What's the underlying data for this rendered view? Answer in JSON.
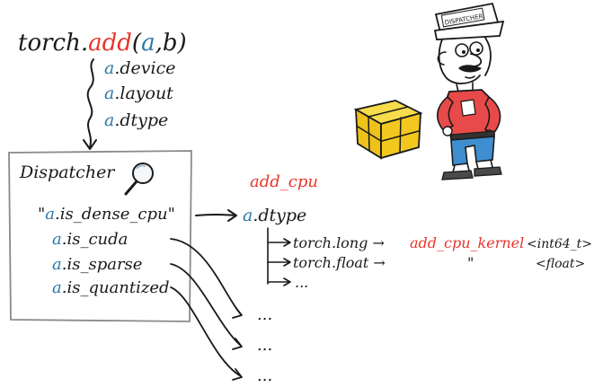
{
  "top_call": {
    "prefix": "torch.",
    "func": "add",
    "open_paren": "(",
    "arg_a": "a",
    "rest": ",b)"
  },
  "attributes": [
    {
      "obj": "a",
      "attr": ".device"
    },
    {
      "obj": "a",
      "attr": ".layout"
    },
    {
      "obj": "a",
      "attr": ".dtype"
    }
  ],
  "dispatcher": {
    "title": "Dispatcher",
    "keys": [
      {
        "prefix": "\"",
        "obj": "a",
        "attr": ".is_dense_cpu\""
      },
      {
        "prefix": "",
        "obj": "a",
        "attr": ".is_cuda"
      },
      {
        "prefix": "",
        "obj": "a",
        "attr": ".is_sparse"
      },
      {
        "prefix": "",
        "obj": "a",
        "attr": ".is_quantized"
      }
    ]
  },
  "add_cpu": {
    "title": "add_cpu",
    "dtype_obj": "a",
    "dtype_attr": ".dtype",
    "branches": [
      {
        "label": "torch.long →",
        "kernel": "add_cpu_kernel",
        "template": "<int64_t>"
      },
      {
        "label": "torch.float →",
        "kernel": "\"",
        "template": "<float>"
      },
      {
        "label": "...",
        "kernel": "",
        "template": ""
      }
    ]
  },
  "other_outputs": [
    "...",
    "...",
    "..."
  ],
  "character": {
    "cap_text": "DISPATCHER"
  },
  "colors": {
    "accent_red": "#e8352b",
    "accent_blue": "#2b78a6",
    "ink": "#1a1a1a",
    "box_yellow": "#f2c81f",
    "shirt_red": "#e84a4a",
    "pants_blue": "#3f8fd0"
  }
}
